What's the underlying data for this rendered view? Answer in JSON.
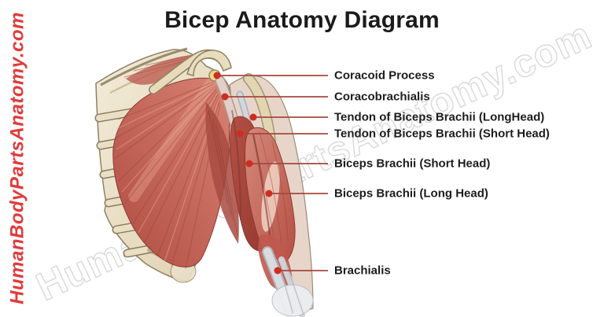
{
  "title": "Bicep Anatomy Diagram",
  "branding": {
    "side_text": "HumanBodyPartsAnatomy.com",
    "side_text_color": "#e03b3b"
  },
  "watermark": {
    "text": "HumanBodyPartsAnatomy.com"
  },
  "diagram": {
    "line_color": "#a5493f",
    "dot_color": "#cf2d22",
    "annotations": [
      {
        "label": "Coracoid Process"
      },
      {
        "label": "Coracobrachialis"
      },
      {
        "label": "Tendon of Biceps Brachii (LongHead)"
      },
      {
        "label": "Tendon of Biceps Brachii (Short Head)"
      },
      {
        "label": "Biceps Brachii (Short Head)"
      },
      {
        "label": "Biceps Brachii (Long Head)"
      },
      {
        "label": "Brachialis"
      }
    ]
  }
}
